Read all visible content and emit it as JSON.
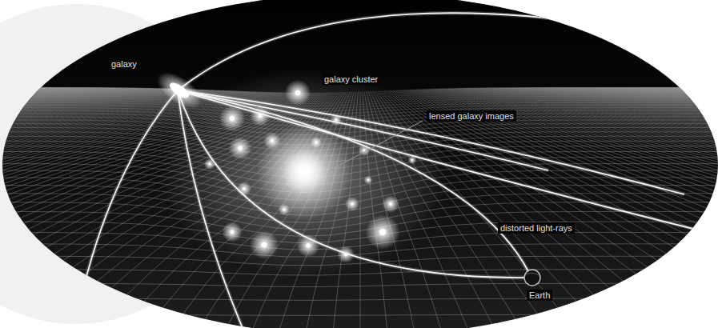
{
  "diagram": {
    "labels": [
      "galaxy",
      "galaxy cluster",
      "lensed galaxy images",
      "distorted light-rays",
      "Earth"
    ]
  }
}
